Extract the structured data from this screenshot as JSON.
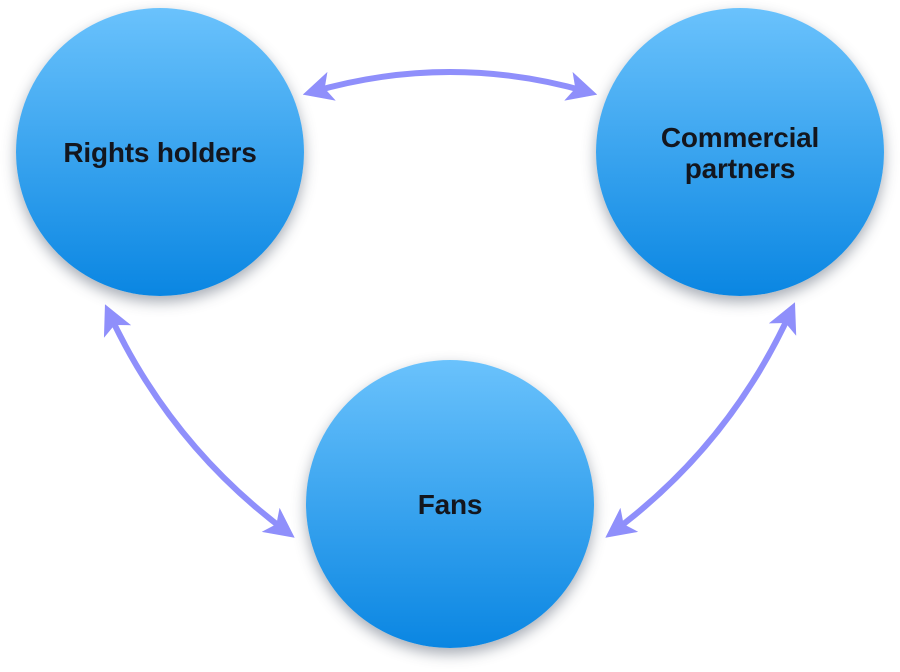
{
  "diagram": {
    "title": "",
    "type": "triangle-cycle",
    "nodes": [
      {
        "id": "rights_holders",
        "label": "Rights holders"
      },
      {
        "id": "commercial_partners",
        "label": "Commercial partners"
      },
      {
        "id": "fans",
        "label": "Fans"
      }
    ],
    "edges": [
      {
        "from": "rights_holders",
        "to": "commercial_partners",
        "direction": "bidirectional"
      },
      {
        "from": "rights_holders",
        "to": "fans",
        "direction": "bidirectional"
      },
      {
        "from": "commercial_partners",
        "to": "fans",
        "direction": "bidirectional"
      }
    ]
  },
  "colors": {
    "node_gradient_top": "#6ac2fc",
    "node_gradient_bottom": "#0a86e2",
    "label_text": "#13161e",
    "arrow": "#8f8ffb",
    "background": "#ffffff"
  }
}
